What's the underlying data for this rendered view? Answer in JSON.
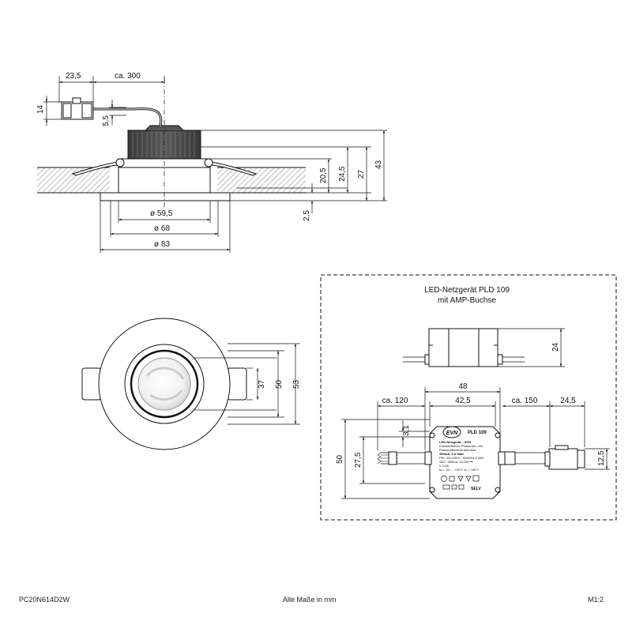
{
  "top_view": {
    "dims": {
      "d23_5": "23,5",
      "ca300": "ca. 300",
      "d14": "14",
      "d5_5": "5,5",
      "d20_5": "20,5",
      "d24_5": "24,5",
      "d27": "27",
      "d43": "43",
      "d2_5": "2,5",
      "dia59_5": "ø 59,5",
      "dia68": "ø 68",
      "dia83": "ø 83"
    }
  },
  "front_view": {
    "dims": {
      "d37": "37",
      "d50": "50",
      "d53": "53"
    }
  },
  "driver_box": {
    "title_line1": "LED-Netzgerät PLD 109",
    "title_line2": "mit AMP-Buchse",
    "dims": {
      "d24": "24",
      "d48": "48",
      "d42_5": "42,5",
      "ca120": "ca. 120",
      "ca150": "ca. 150",
      "d24_5": "24,5",
      "d3_1": "3,1",
      "d27_5": "27,5",
      "d50": "50",
      "d12_5": "12,5"
    },
    "label": {
      "brand": "EVN",
      "model": "PLD 109",
      "line1": "LED-Netzgerät  –  IP65",
      "line2": "Konstantstrom, Phasenan- und",
      "line3": "Phasenabschnitt-dimmbar",
      "line4": "350mA, 3-9 Watt",
      "line5": "PRI: 220-240V~ 50/60Hz 0.05A",
      "line6": "SEC: 350mA, 10-26V ⎓",
      "line7": "λ: 0,95",
      "line8": "ta = -20 ... +50°C  tc = +80°C",
      "selv": "SELV"
    }
  },
  "footer": {
    "code": "PC20N614D2W",
    "note": "Alle Maße in mm",
    "scale": "M1:2"
  }
}
